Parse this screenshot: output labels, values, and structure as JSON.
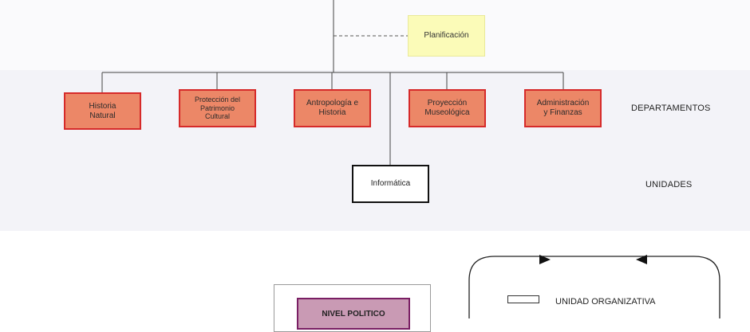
{
  "planning": {
    "label": "Planificación"
  },
  "departments": [
    {
      "label": "Historia\nNatural"
    },
    {
      "label": "Protección del\nPatrimonio\nCultural"
    },
    {
      "label": "Antropología e\nHistoria"
    },
    {
      "label": "Proyección\nMuseológica"
    },
    {
      "label": "Administración\ny Finanzas"
    }
  ],
  "unit": {
    "label": "Informática"
  },
  "levels": {
    "departments_label": "DEPARTAMENTOS",
    "units_label": "UNIDADES"
  },
  "legend": {
    "nivel_label": "NIVEL POLITICO",
    "unidad_label": "UNIDAD ORGANIZATIVA"
  },
  "colors": {
    "department_fill": "#ec8767",
    "department_border": "#d62a2a",
    "planning_fill": "#fbfbb8",
    "nivel_fill": "#c99ab4",
    "nivel_border": "#7a1f64"
  }
}
